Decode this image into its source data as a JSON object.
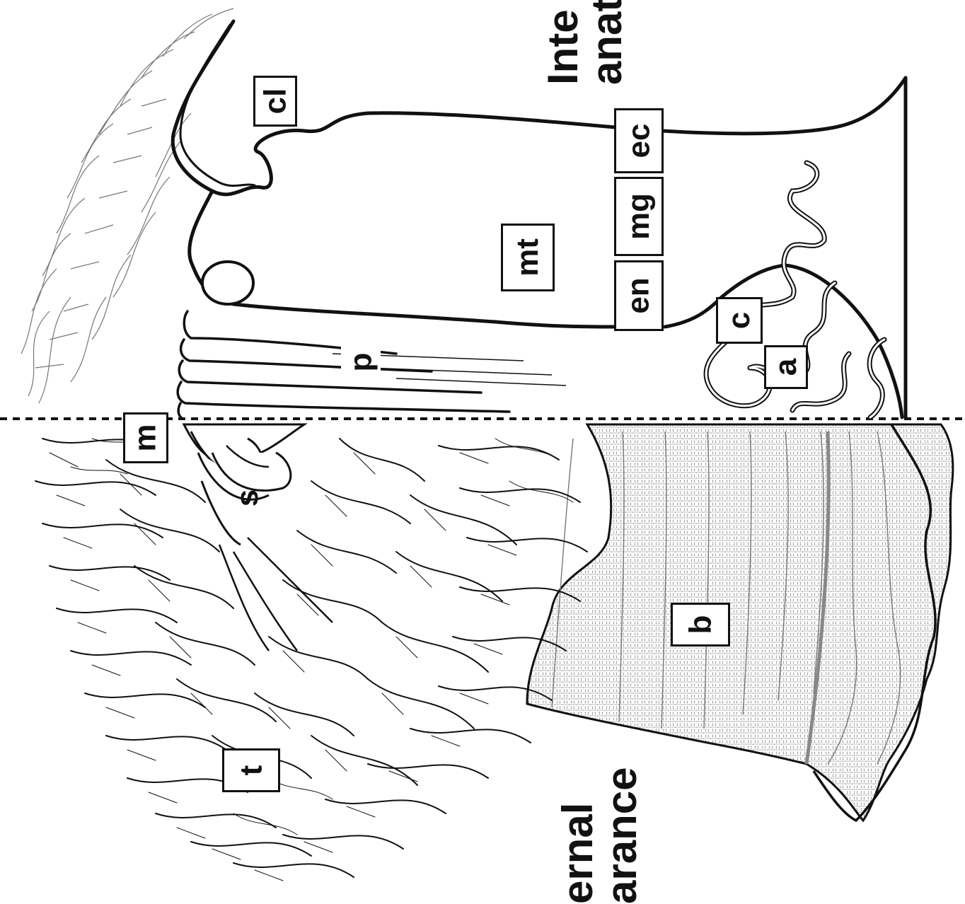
{
  "figure": {
    "headings": {
      "internal_line1": "Inte",
      "internal_line2": "anat",
      "external_line1": "ernal",
      "external_line2": "arance"
    },
    "labels": {
      "cl": "cl",
      "ec": "ec",
      "mg": "mg",
      "en": "en",
      "mt": "mt",
      "p": "p",
      "c": "c",
      "a": "a",
      "m": "m",
      "s": "s",
      "b": "b",
      "t": "t"
    },
    "colors": {
      "ink": "#111111",
      "background": "#ffffff",
      "shading": "#888888"
    }
  }
}
